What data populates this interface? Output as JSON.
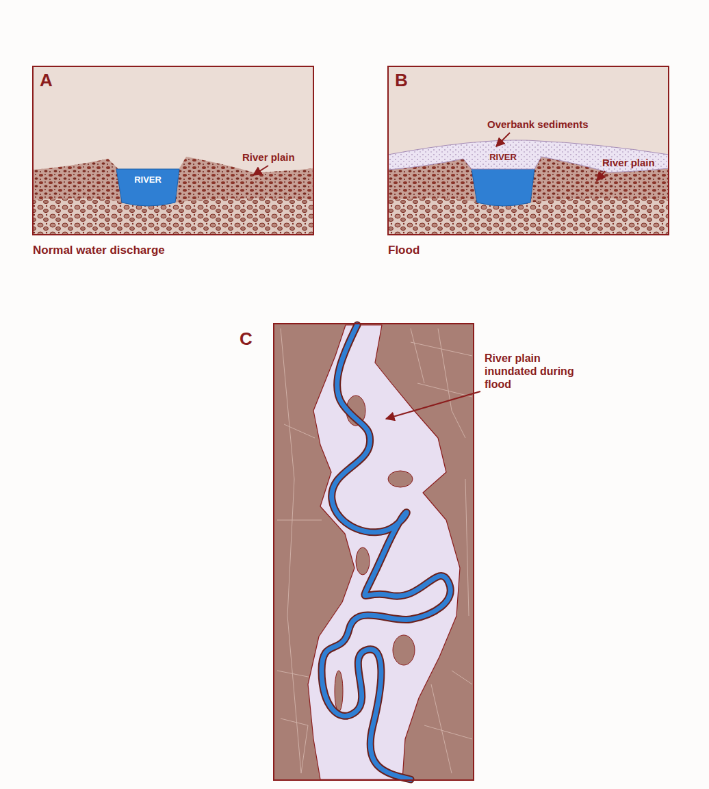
{
  "diagram": {
    "labels": [
      "A",
      "River plain",
      "RIVER",
      "Normal water discharge",
      "B",
      "Overbank sediments",
      "River plain",
      "RIVER",
      "Flood",
      "C",
      "River plain inundated during flood"
    ]
  }
}
